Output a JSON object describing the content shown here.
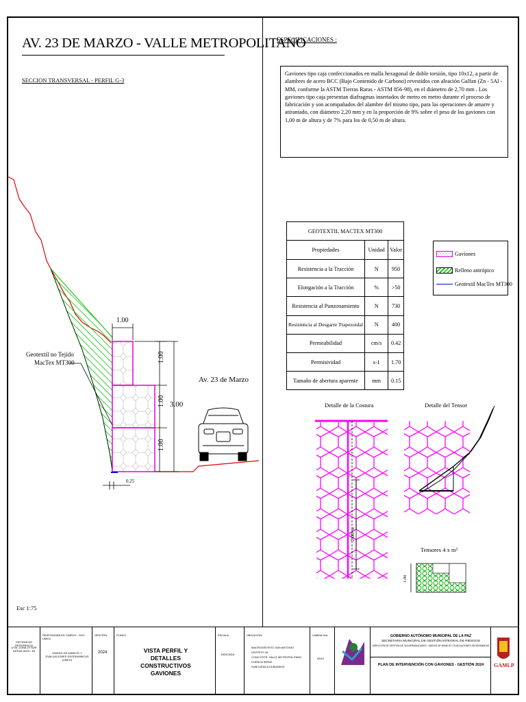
{
  "header": {
    "title": "AV. 23 DE MARZO - VALLE METROPOLITANO",
    "subtitle": "SECCION TRANSVERSAL - PERFIL G-3"
  },
  "specs": {
    "heading": "ESPECIFICACIONES :",
    "text": "Gaviones tipo caja confeccionados en malla hexagonal de doble torsión, tipo 10x12, a partir de alambres de acero BCC (Bajo Contenido de Carbono) revestidos con aleación Galfan (Zn - 5Al - MM, conforme la ASTM Tierras Raras - ASTM 856-98), en el diámetro de 2,70 mm . Los gaviones tipo caja presentan diafragmas insertados de metro en metro durante el proceso de fabricación y son acompañados del alambre del mismo tipo, para las operaciones de amarre y atirantado, con diámetro 2,20 mm y en la proporción de 9% sobre el peso de los gaviones con 1,00 m de altura y de 7% para los de 0,50 m de altura."
  },
  "geotextil_table": {
    "title": "GEOTEXTIL MACTEX MT300",
    "headers": [
      "Propiedades",
      "Unidad",
      "Valor"
    ],
    "rows": [
      [
        "Resistencia a la Tracción",
        "N",
        "950"
      ],
      [
        "Elongación a la Tracción",
        "%",
        ">50"
      ],
      [
        "Resistencia al Punzonamiento",
        "N",
        "730"
      ],
      [
        "Resistencia al Desgarre Trapezoidal",
        "N",
        "400"
      ],
      [
        "Permeabilidad",
        "cm/s",
        "0.42"
      ],
      [
        "Permisividad",
        "s-1",
        "1.70"
      ],
      [
        "Tamaño de abertura aparente",
        "mm",
        "0.15"
      ]
    ]
  },
  "legend": {
    "items": [
      {
        "label": "Gaviones",
        "color": "#e000e0"
      },
      {
        "label": "Relleno antrópico",
        "color": "#00c000"
      },
      {
        "label": "Geotextil MacTex MT300",
        "color": "#0000ff"
      }
    ]
  },
  "section": {
    "dim_top": "1.00",
    "dim_a": "1.00",
    "dim_b": "1.00",
    "dim_c": "1.00",
    "dim_total": "3.00",
    "dim_base": "0.25",
    "geotextil_label_1": "Geotextil no Tejido",
    "geotextil_label_2": "MacTex MT300",
    "road_label": "Av. 23 de Marzo",
    "scale": "Esc 1:75"
  },
  "details": {
    "costura": "Detalle de la Costura",
    "tensor": "Detalle del Tensor",
    "seam_dim": "2.00 m",
    "tensores": "Tensores 4 x m²",
    "tensor_dim": "1.00"
  },
  "title_block": {
    "ref_label": "SISTEMA DE REFERENCIA",
    "ref_value": "UTM, ZONA 19 SUR DATUM WGS - 84",
    "resp_label": "RESPONSABLES: DMRGV - DGV - UMEG",
    "resp_value": "UNIDAD DE MANEJO Y EVALUACIONES GEODINÁMICAS (UMEG)",
    "gestion_label": "GESTIÓN:",
    "gestion_value": "2024",
    "plano_label": "PLANO:",
    "plano_value": "VISTA PERFIL Y DETALLES CONSTRUCTIVOS GAVIONES",
    "escala_label": "ESCALA:",
    "escala_value": "INDICADA",
    "ubicacion_label": "UBICACIÓN:",
    "ubicacion_items": [
      "MACRODISTRITO SAN ANTONIO",
      "DISTRITO 16",
      "CONO ESTE: VALLE METROPOLITANO",
      "CUENCA IRPAVI",
      "SUBCUENCA HUMANKKE"
    ],
    "lamina_label": "LAMINA Nro:",
    "lamina_value": "03/10",
    "gov_1": "GOBIERNO AUTÓNOMO MUNICIPAL DE LA PAZ",
    "gov_2": "SECRETARIA MUNICIPAL DE GESTIÓN INTEGRAL DE RIESGOS",
    "gov_3": "DIRECCIÓN DE GESTIÓN DE VULNERABILIDADES - UNIDAD DE MANEJO Y EVALUACIONES GEODINÁMICAS",
    "plan_title": "PLAN DE INTERVENCIÓN CON GAVIONES - GESTIÓN 2024",
    "logo_text": "GAMLP"
  }
}
